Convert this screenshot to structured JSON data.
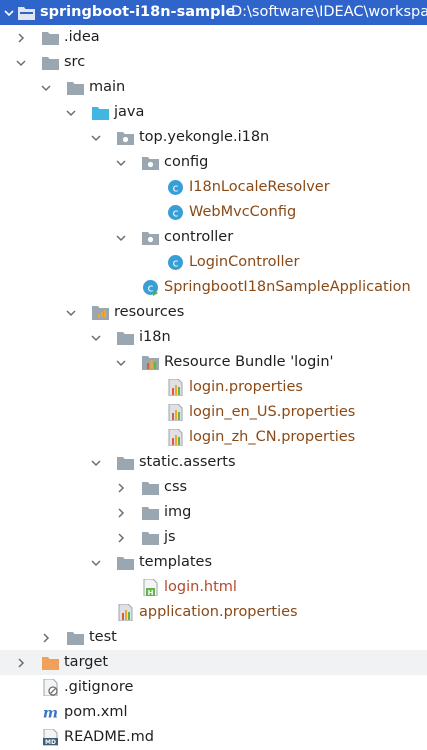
{
  "project_tree": {
    "root": {
      "name": "springboot-i18n-sample",
      "path": "D:\\software\\IDEAC\\workspa"
    },
    "items": [
      {
        "label": ".idea",
        "icon": "folder-icon"
      },
      {
        "label": "src",
        "icon": "folder-icon"
      },
      {
        "label": "main",
        "icon": "folder-icon"
      },
      {
        "label": "java",
        "icon": "source-folder-icon"
      },
      {
        "label": "top.yekongle.i18n",
        "icon": "package-icon"
      },
      {
        "label": "config",
        "icon": "package-icon"
      },
      {
        "label": "I18nLocaleResolver",
        "icon": "java-class-icon"
      },
      {
        "label": "WebMvcConfig",
        "icon": "java-class-icon"
      },
      {
        "label": "controller",
        "icon": "package-icon"
      },
      {
        "label": "LoginController",
        "icon": "java-class-icon"
      },
      {
        "label": "SpringbootI18nSampleApplication",
        "icon": "spring-boot-class-icon"
      },
      {
        "label": "resources",
        "icon": "resources-folder-icon"
      },
      {
        "label": "i18n",
        "icon": "folder-icon"
      },
      {
        "label": "Resource Bundle 'login'",
        "icon": "resource-bundle-icon"
      },
      {
        "label": "login.properties",
        "icon": "properties-file-icon"
      },
      {
        "label": "login_en_US.properties",
        "icon": "properties-file-icon"
      },
      {
        "label": "login_zh_CN.properties",
        "icon": "properties-file-icon"
      },
      {
        "label": "static.asserts",
        "icon": "folder-icon"
      },
      {
        "label": "css",
        "icon": "folder-icon"
      },
      {
        "label": "img",
        "icon": "folder-icon"
      },
      {
        "label": "js",
        "icon": "folder-icon"
      },
      {
        "label": "templates",
        "icon": "folder-icon"
      },
      {
        "label": "login.html",
        "icon": "html-file-icon"
      },
      {
        "label": "application.properties",
        "icon": "properties-file-icon"
      },
      {
        "label": "test",
        "icon": "folder-icon"
      },
      {
        "label": "target",
        "icon": "excluded-folder-icon"
      },
      {
        "label": ".gitignore",
        "icon": "gitignore-file-icon"
      },
      {
        "label": "pom.xml",
        "icon": "maven-file-icon"
      },
      {
        "label": "README.md",
        "icon": "markdown-file-icon"
      }
    ]
  },
  "colors": {
    "selection": "#2f65ca",
    "hover_row": "#f1f2f4",
    "folder": "#9aa7b0",
    "source_folder": "#40b6e0",
    "excluded_folder": "#f0a05a",
    "class_blue": "#389fd6",
    "modified_file_text": "#8a4a17"
  }
}
